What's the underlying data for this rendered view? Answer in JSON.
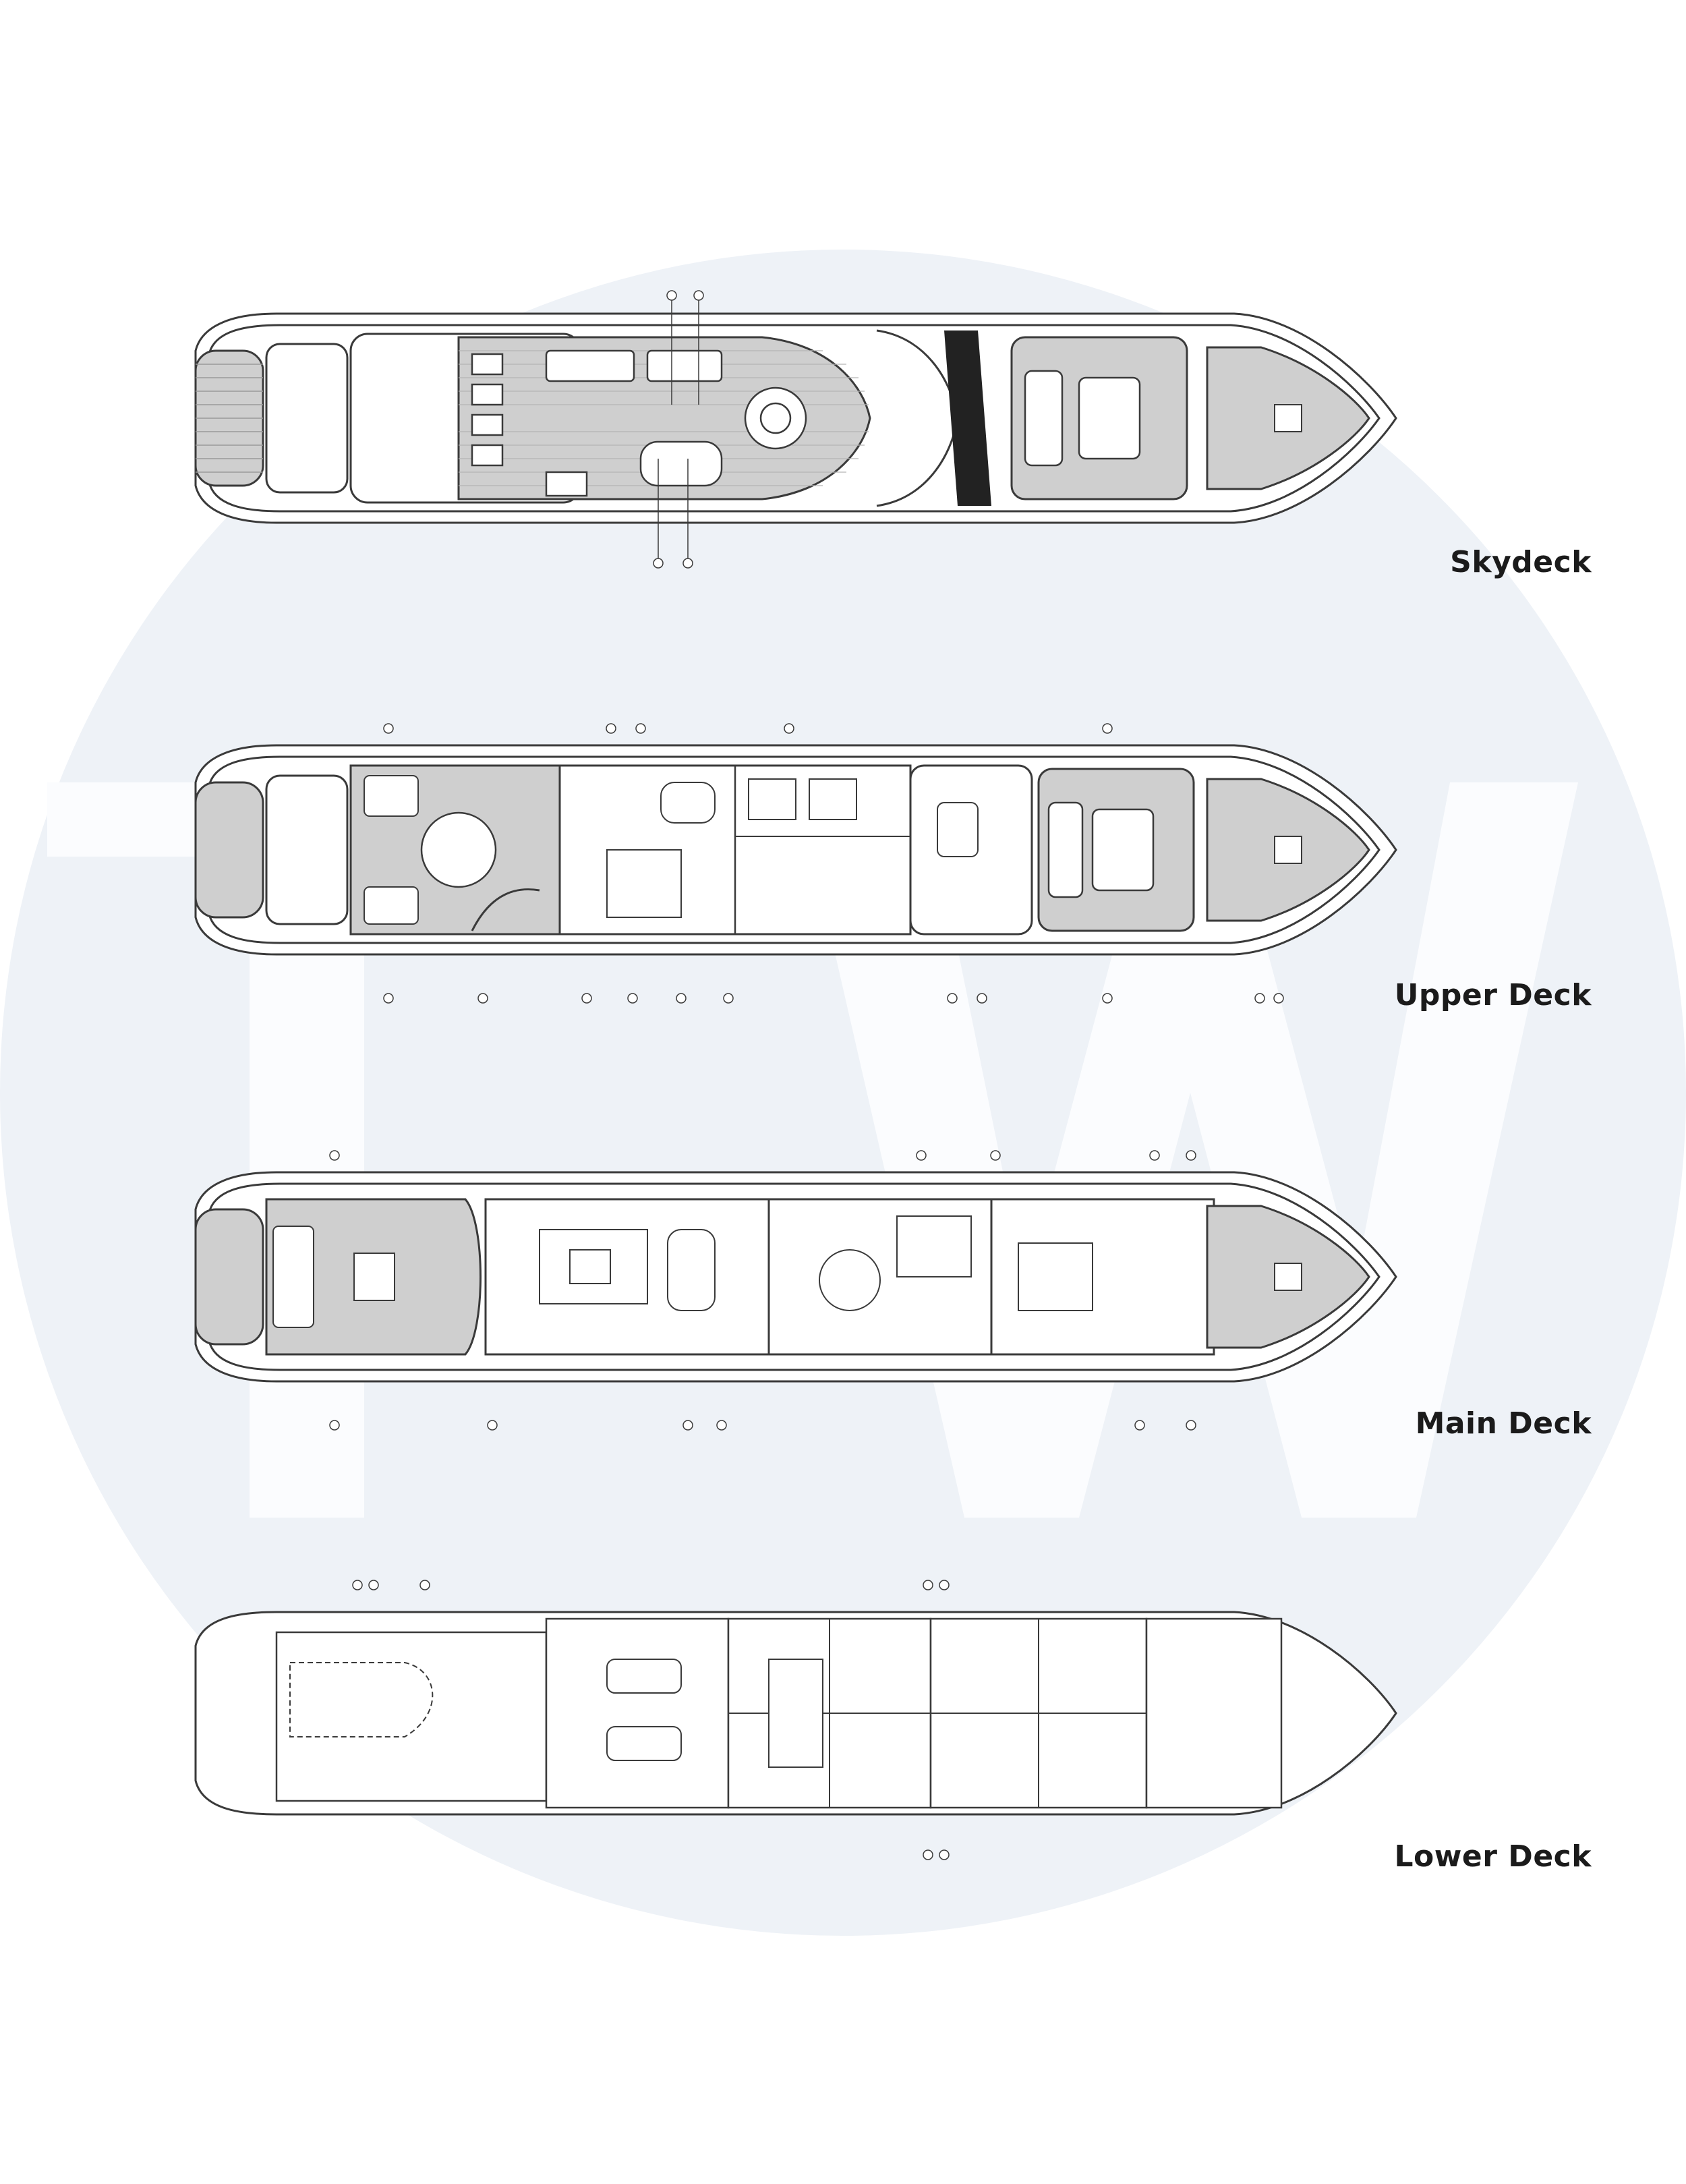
{
  "colors": {
    "watermark_circle": "#eef2f7",
    "watermark_letters": "#fbfcfe",
    "line": "#3a3a3a",
    "teak": "#cfcfcf",
    "teak_light": "#e4e4e4",
    "label": "#1b1b1b"
  },
  "watermark": {
    "letters": "TW"
  },
  "decks": [
    {
      "id": "skydeck",
      "label": "Skydeck"
    },
    {
      "id": "upper",
      "label": "Upper Deck"
    },
    {
      "id": "main",
      "label": "Main Deck"
    },
    {
      "id": "lower",
      "label": "Lower Deck"
    }
  ]
}
